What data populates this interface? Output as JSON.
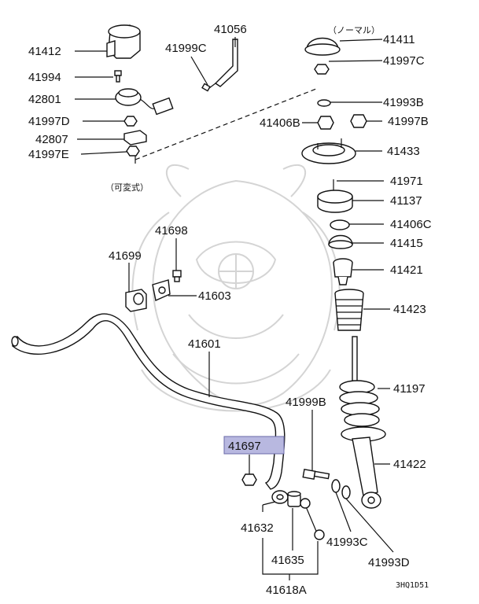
{
  "labels": {
    "p41412": "41412",
    "p41994": "41994",
    "p42801": "42801",
    "p41997D": "41997D",
    "p42807": "42807",
    "p41997E": "41997E",
    "p41999C": "41999C",
    "p41056": "41056",
    "normal_note": "（ノーマル）",
    "p41411": "41411",
    "p41997C_top": "41997C",
    "p41993B": "41993B",
    "p41406B": "41406B",
    "p41997B": "41997B",
    "p41433": "41433",
    "variable_note": "（可変式）",
    "p41971": "41971",
    "p41137": "41137",
    "p41406C": "41406C",
    "p41415": "41415",
    "p41698": "41698",
    "p41699": "41699",
    "p41421": "41421",
    "p41603": "41603",
    "p41423": "41423",
    "p41601": "41601",
    "p41197": "41197",
    "p41999B": "41999B",
    "p41697": "41697",
    "p41422": "41422",
    "p41632": "41632",
    "p41993C": "41993C",
    "p41635": "41635",
    "p41993D": "41993D",
    "p41618A": "41618A"
  },
  "diagram_code": "3HQ1D51",
  "highlighted_part": "41697",
  "colors": {
    "ink": "#111111",
    "highlight": "#b8b8e0",
    "watermark": "#d4d4d4"
  }
}
